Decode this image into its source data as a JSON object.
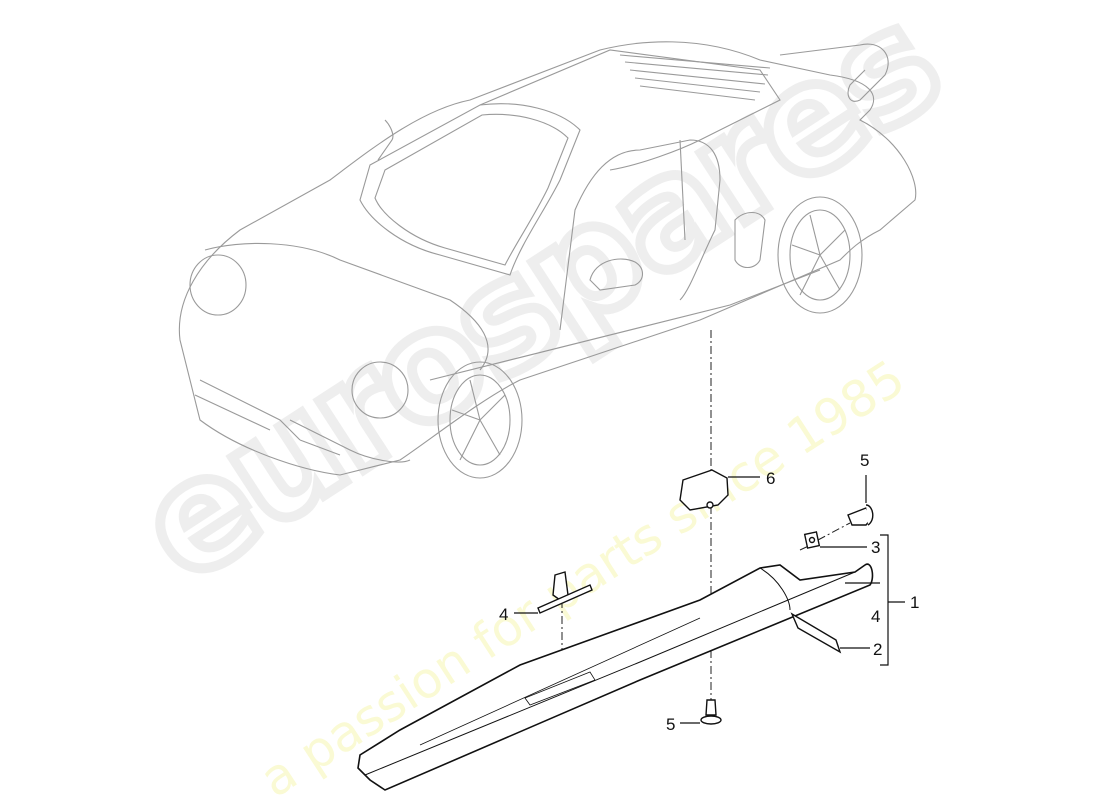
{
  "watermark": {
    "brand": "eurospares",
    "tagline": "a passion for parts since 1985",
    "brand_color": "#ececec",
    "tagline_color": "#fafad2"
  },
  "diagram": {
    "subject": "vehicle side sill panel exploded view",
    "line_color": "#222222",
    "callouts": [
      {
        "id": "c6",
        "number": "6",
        "part": "bracket"
      },
      {
        "id": "c5a",
        "number": "5",
        "part": "screw (upper)"
      },
      {
        "id": "c3",
        "number": "3",
        "part": "clip nut"
      },
      {
        "id": "c1",
        "number": "1",
        "part": "sill panel assembly"
      },
      {
        "id": "c4a",
        "number": "4",
        "part": "fastener clip (in bracket group)"
      },
      {
        "id": "c2",
        "number": "2",
        "part": "retaining strip"
      },
      {
        "id": "c4b",
        "number": "4",
        "part": "expanding clip"
      },
      {
        "id": "c5b",
        "number": "5",
        "part": "screw (lower)"
      }
    ]
  }
}
